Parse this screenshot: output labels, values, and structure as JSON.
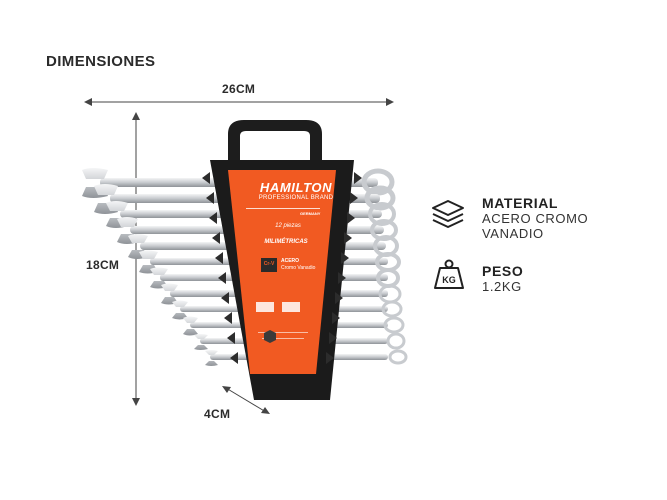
{
  "heading": "DIMENSIONES",
  "dimensions": {
    "width": "26CM",
    "height": "18CM",
    "depth": "4CM"
  },
  "product": {
    "brand": "HAMILTON",
    "brand_sub": "PROFESSIONAL BRAND",
    "pieces": "12 piezas",
    "type": "MILIMÉTRICAS",
    "material_badge": "Cr-V",
    "material_line1": "ACERO",
    "material_line2": "Cromo Vanadio",
    "origin": "GERMANY"
  },
  "specs": [
    {
      "icon": "layers-icon",
      "title": "MATERIAL",
      "lines": [
        "ACERO CROMO",
        "VANADIO"
      ]
    },
    {
      "icon": "weight-icon",
      "title": "PESO",
      "lines": [
        "1.2KG"
      ]
    }
  ],
  "colors": {
    "accent": "#f15a22",
    "dark": "#1c1c1c",
    "steel": "#c9ccd0"
  }
}
